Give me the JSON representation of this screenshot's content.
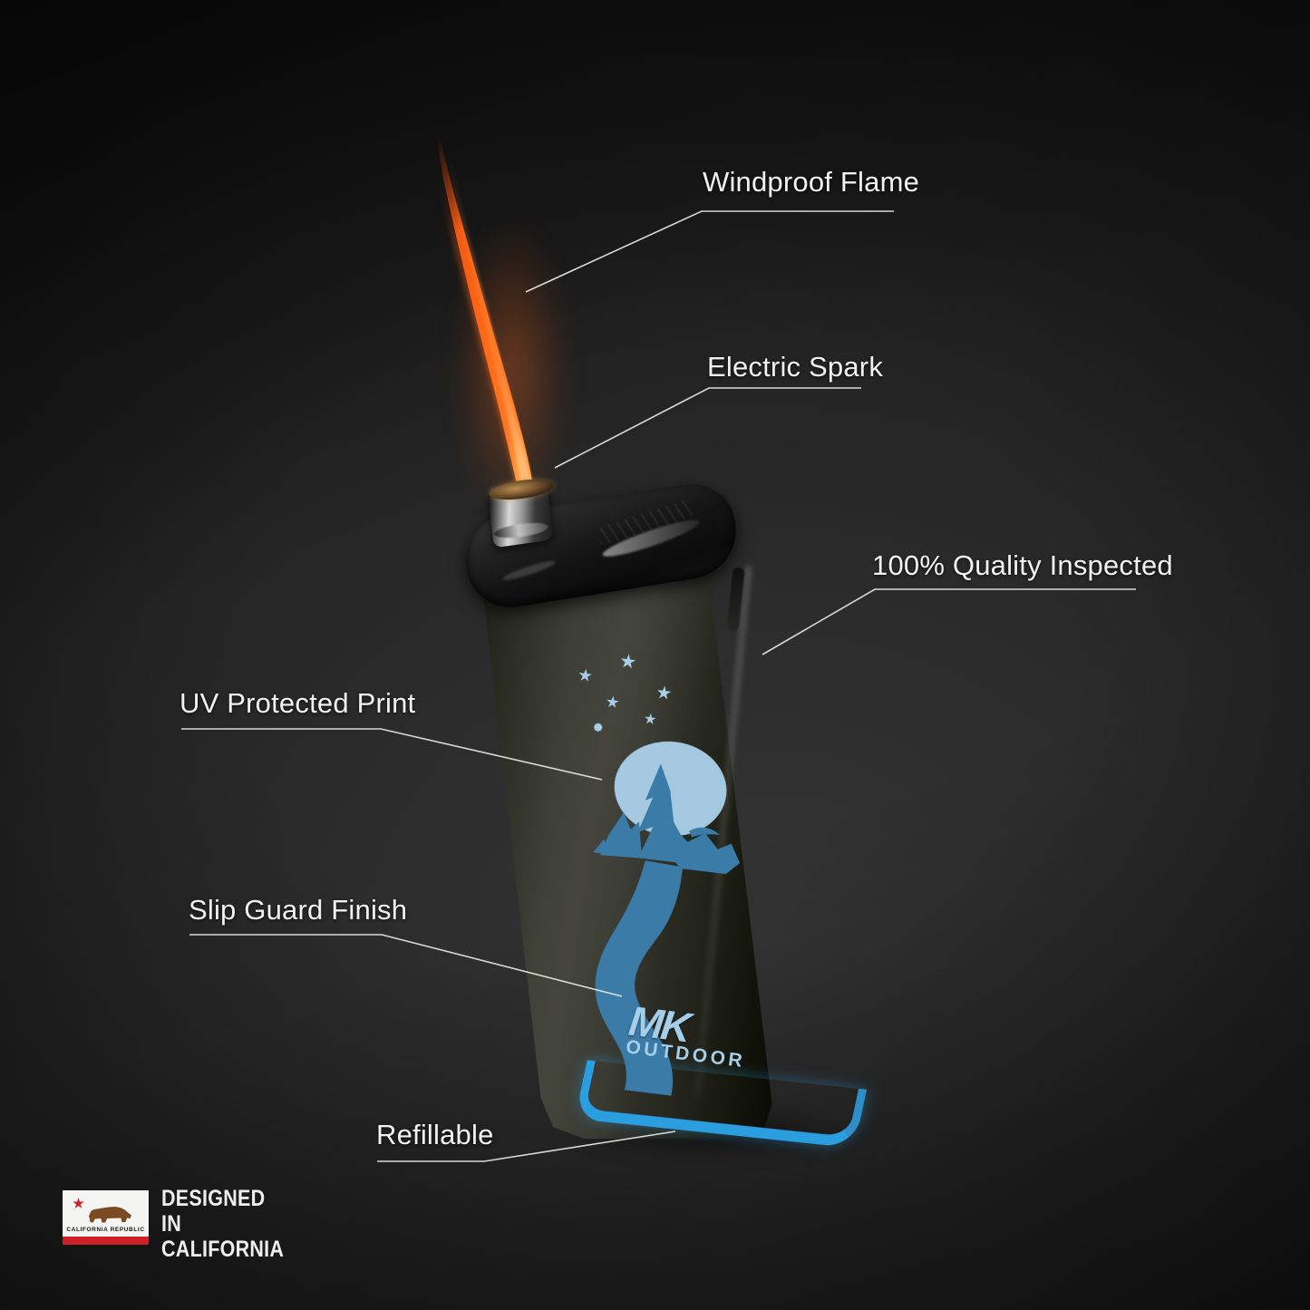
{
  "theme": {
    "background_dark": "#1a1a1a",
    "background_light": "#343434",
    "text_color": "#f2f2f2",
    "leader_line_color": "#e9e9e9",
    "accent_blue": "#2b9ee0",
    "print_blue": "#3b7ba8",
    "moon_blue": "#a9cfe8",
    "flame_orange": "#ff6a20",
    "flag_red": "#cf2027",
    "bear_brown": "#7a4a22"
  },
  "product": {
    "brand_mark": "MK",
    "brand_sub": "OUTDOOR",
    "body_color": "#2e2f24",
    "base_trim_color": "#2b9ee0"
  },
  "annotations": [
    {
      "id": "windproof-flame",
      "label": "Windproof Flame",
      "side": "right"
    },
    {
      "id": "electric-spark",
      "label": "Electric Spark",
      "side": "right"
    },
    {
      "id": "quality-inspected",
      "label": "100% Quality Inspected",
      "side": "right"
    },
    {
      "id": "uv-protected-print",
      "label": "UV Protected Print",
      "side": "left"
    },
    {
      "id": "slip-guard-finish",
      "label": "Slip Guard Finish",
      "side": "left"
    },
    {
      "id": "refillable",
      "label": "Refillable",
      "side": "left"
    }
  ],
  "badge": {
    "flag_caption": "CALIFORNIA REPUBLIC",
    "line1": "DESIGNED IN",
    "line2": "CALIFORNIA"
  },
  "artwork": {
    "stars_count": 6,
    "scene": "moon-mountain-road"
  }
}
